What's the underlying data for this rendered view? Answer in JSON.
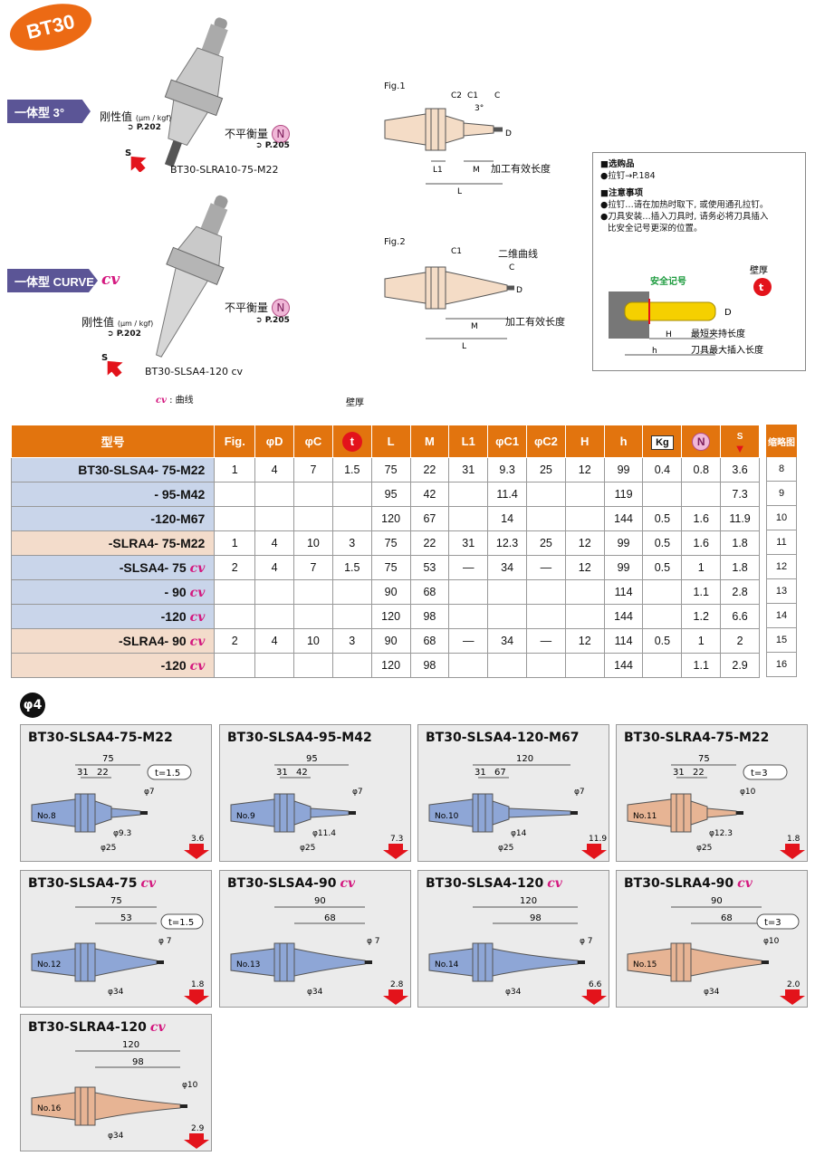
{
  "header": {
    "badge": "BT30",
    "tag1": "一体型 3°",
    "tag2": "一体型 CURVE",
    "tag2_cv": "cv",
    "rigidity_label": "刚性值",
    "rigidity_unit": "(μm / kgf)",
    "rigidity_ref": "P.202",
    "unbalance_label": "不平衡量",
    "unbalance_ref": "P.205",
    "product1": "BT30-SLRA10-75-M22",
    "product2": "BT30-SLSA4-120 cv",
    "s_mark": "S",
    "n_mark": "N"
  },
  "fig1": {
    "title": "Fig.1",
    "labels": [
      "C2",
      "C1",
      "C",
      "3°",
      "D",
      "L1",
      "M",
      "L"
    ],
    "effective_len": "加工有效长度"
  },
  "fig2": {
    "title": "Fig.2",
    "labels": [
      "C1",
      "C",
      "D",
      "M",
      "L"
    ],
    "curve": "二维曲线",
    "effective_len": "加工有效长度"
  },
  "notes": {
    "h1": "■选购品",
    "l1": "●拉钉→P.184",
    "h2": "■注意事项",
    "l2": "●拉钉…请在加热时取下, 或使用通孔拉钉。",
    "l3": "●刀具安装…插入刀具时, 请务必将刀具插入",
    "l4": "比安全记号更深的位置。",
    "safety": "安全记号",
    "wall": "壁厚",
    "min_clamp": "最短夹持长度",
    "max_insert": "刀具最大插入长度",
    "D": "D",
    "H": "H",
    "h": "h",
    "t": "t"
  },
  "table": {
    "cv_note": "cv : 曲线",
    "wall_note": "壁厚",
    "abbr": "缩略图",
    "headers": [
      "型号",
      "Fig.",
      "φD",
      "φC",
      "t",
      "L",
      "M",
      "L1",
      "φC1",
      "φC2",
      "H",
      "h",
      "Kg",
      "N",
      "S"
    ],
    "rows": [
      {
        "model": "BT30-SLSA4- 75-M22",
        "c": [
          "1",
          "4",
          "7",
          "1.5",
          "75",
          "22",
          "31",
          "9.3",
          "25",
          "12",
          "99",
          "0.4",
          "0.8",
          "3.6"
        ],
        "no": "8",
        "bg": "blue"
      },
      {
        "model": "- 95-M42",
        "c": [
          "",
          "",
          "",
          "",
          "95",
          "42",
          "",
          "11.4",
          "",
          "",
          "119",
          "",
          "",
          "7.3"
        ],
        "no": "9",
        "bg": "blue"
      },
      {
        "model": "-120-M67",
        "c": [
          "",
          "",
          "",
          "",
          "120",
          "67",
          "",
          "14",
          "",
          "",
          "144",
          "0.5",
          "1.6",
          "11.9"
        ],
        "no": "10",
        "bg": "blue"
      },
      {
        "model": "-SLRA4- 75-M22",
        "c": [
          "1",
          "4",
          "10",
          "3",
          "75",
          "22",
          "31",
          "12.3",
          "25",
          "12",
          "99",
          "0.5",
          "1.6",
          "1.8"
        ],
        "no": "11",
        "bg": "pink"
      },
      {
        "model": "-SLSA4- 75",
        "cv": "cv",
        "c": [
          "2",
          "4",
          "7",
          "1.5",
          "75",
          "53",
          "—",
          "34",
          "—",
          "12",
          "99",
          "0.5",
          "1",
          "1.8"
        ],
        "no": "12",
        "bg": "blue"
      },
      {
        "model": "- 90",
        "cv": "cv",
        "c": [
          "",
          "",
          "",
          "",
          "90",
          "68",
          "",
          "",
          "",
          "",
          "114",
          "",
          "1.1",
          "2.8"
        ],
        "no": "13",
        "bg": "blue"
      },
      {
        "model": "-120",
        "cv": "cv",
        "c": [
          "",
          "",
          "",
          "",
          "120",
          "98",
          "",
          "",
          "",
          "",
          "144",
          "",
          "1.2",
          "6.6"
        ],
        "no": "14",
        "bg": "blue"
      },
      {
        "model": "-SLRA4- 90",
        "cv": "cv",
        "c": [
          "2",
          "4",
          "10",
          "3",
          "90",
          "68",
          "—",
          "34",
          "—",
          "12",
          "114",
          "0.5",
          "1",
          "2"
        ],
        "no": "15",
        "bg": "pink"
      },
      {
        "model": "-120",
        "cv": "cv",
        "c": [
          "",
          "",
          "",
          "",
          "120",
          "98",
          "",
          "",
          "",
          "",
          "144",
          "",
          "1.1",
          "2.9"
        ],
        "no": "16",
        "bg": "pink"
      }
    ]
  },
  "phi4": "φ4",
  "cards": [
    {
      "title": "BT30-SLSA4-75-M22",
      "cv": "",
      "no": "No.8",
      "L": "75",
      "L1": "31",
      "M": "22",
      "t": "t=1.5",
      "d": "φ7",
      "c1": "φ9.3",
      "c2": "φ25",
      "s": "3.6",
      "color": "#8ea6d6",
      "type": "short"
    },
    {
      "title": "BT30-SLSA4-95-M42",
      "cv": "",
      "no": "No.9",
      "L": "95",
      "L1": "31",
      "M": "42",
      "t": "",
      "d": "φ7",
      "c1": "φ11.4",
      "c2": "φ25",
      "s": "7.3",
      "color": "#8ea6d6",
      "type": "short"
    },
    {
      "title": "BT30-SLSA4-120-M67",
      "cv": "",
      "no": "No.10",
      "L": "120",
      "L1": "31",
      "M": "67",
      "t": "",
      "d": "φ7",
      "c1": "φ14",
      "c2": "φ25",
      "s": "11.9",
      "color": "#8ea6d6",
      "type": "short"
    },
    {
      "title": "BT30-SLRA4-75-M22",
      "cv": "",
      "no": "No.11",
      "L": "75",
      "L1": "31",
      "M": "22",
      "t": "t=3",
      "d": "φ10",
      "c1": "φ12.3",
      "c2": "φ25",
      "s": "1.8",
      "color": "#e7b494",
      "type": "short"
    },
    {
      "title": "BT30-SLSA4-75",
      "cv": "cv",
      "no": "No.12",
      "L": "75",
      "M": "53",
      "t": "t=1.5",
      "d": "φ 7",
      "c1": "φ34",
      "s": "1.8",
      "color": "#8ea6d6",
      "type": "cv"
    },
    {
      "title": "BT30-SLSA4-90",
      "cv": "cv",
      "no": "No.13",
      "L": "90",
      "M": "68",
      "t": "",
      "d": "φ 7",
      "c1": "φ34",
      "s": "2.8",
      "color": "#8ea6d6",
      "type": "cv"
    },
    {
      "title": "BT30-SLSA4-120",
      "cv": "cv",
      "no": "No.14",
      "L": "120",
      "M": "98",
      "t": "",
      "d": "φ 7",
      "c1": "φ34",
      "s": "6.6",
      "color": "#8ea6d6",
      "type": "cv"
    },
    {
      "title": "BT30-SLRA4-90",
      "cv": "cv",
      "no": "No.15",
      "L": "90",
      "M": "68",
      "t": "t=3",
      "d": "φ10",
      "c1": "φ34",
      "s": "2.0",
      "color": "#e7b494",
      "type": "cv"
    },
    {
      "title": "BT30-SLRA4-120",
      "cv": "cv",
      "no": "No.16",
      "L": "120",
      "M": "98",
      "t": "",
      "d": "φ10",
      "c1": "φ34",
      "s": "2.9",
      "color": "#e7b494",
      "type": "cv"
    }
  ]
}
